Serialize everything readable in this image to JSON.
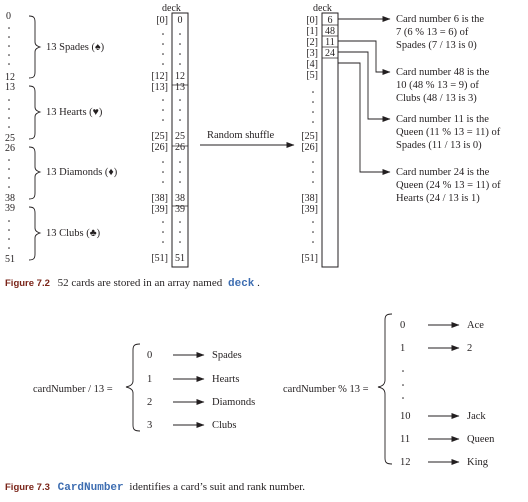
{
  "colors": {
    "ink": "#231f20",
    "caption_label": "#7a2418",
    "code": "#3d6db1"
  },
  "fig72": {
    "deck_label": "deck",
    "left_indices": {
      "first": [
        "0",
        "12",
        "13",
        "25",
        "26",
        "38",
        "39",
        "51"
      ]
    },
    "groups": [
      "13 Spades (♠)",
      "13 Hearts (♥)",
      "13 Diamonds (♦)",
      "13 Clubs (♣)"
    ],
    "deck_rows": [
      {
        "index": "[0]",
        "value": "0"
      },
      {
        "index": "[12]",
        "value": "12"
      },
      {
        "index": "[13]",
        "value": "13"
      },
      {
        "index": "[25]",
        "value": "25"
      },
      {
        "index": "[26]",
        "value": "26"
      },
      {
        "index": "[38]",
        "value": "38"
      },
      {
        "index": "[39]",
        "value": "39"
      },
      {
        "index": "[51]",
        "value": "51"
      }
    ],
    "shuffle_label": "Random shuffle",
    "shuffled_indices": [
      "[0]",
      "[1]",
      "[2]",
      "[3]",
      "[4]",
      "[5]",
      "[25]",
      "[26]",
      "[38]",
      "[39]",
      "[51]"
    ],
    "shuffled_values": [
      "6",
      "48",
      "11",
      "24"
    ],
    "notes": [
      [
        "Card number 6 is the",
        "7 (6 % 13 = 6) of",
        "Spades (7 / 13 is 0)"
      ],
      [
        "Card number 48 is the",
        "10 (48 % 13 = 9) of",
        "Clubs (48 / 13 is 3)"
      ],
      [
        "Card number 11 is the",
        "Queen (11 % 13 = 11) of",
        "Spades (11 / 13 is 0)"
      ],
      [
        "Card number 24 is the",
        "Queen (24 % 13 = 11) of",
        "Hearts (24 / 13 is 1)"
      ]
    ],
    "caption": {
      "label": "Figure 7.2",
      "text": "52 cards are stored in an array named",
      "code": "deck",
      "end": "."
    }
  },
  "fig73": {
    "suit_expr": "cardNumber / 13 =",
    "suits": [
      {
        "n": "0",
        "name": "Spades"
      },
      {
        "n": "1",
        "name": "Hearts"
      },
      {
        "n": "2",
        "name": "Diamonds"
      },
      {
        "n": "3",
        "name": "Clubs"
      }
    ],
    "rank_expr": "cardNumber % 13 =",
    "ranks": [
      {
        "n": "0",
        "name": "Ace"
      },
      {
        "n": "1",
        "name": "2"
      },
      {
        "n": "10",
        "name": "Jack"
      },
      {
        "n": "11",
        "name": "Queen"
      },
      {
        "n": "12",
        "name": "King"
      }
    ],
    "caption": {
      "label": "Figure 7.3",
      "code": "CardNumber",
      "text": "identifies a card’s suit and rank number."
    }
  }
}
